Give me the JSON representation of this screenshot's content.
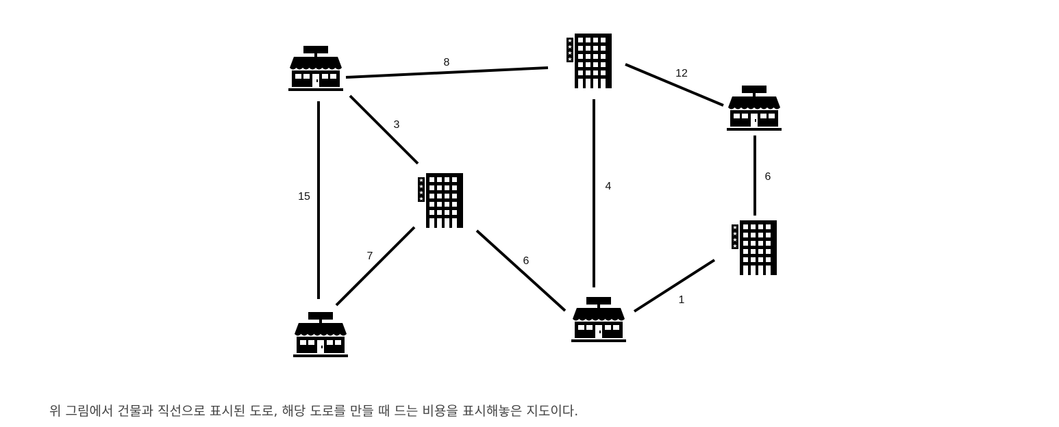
{
  "caption": "위 그림에서 건물과 직선으로 표시된 도로, 해당 도로를 만들 때 드는 비용을 표시해놓은 지도이다.",
  "graph": {
    "node_icons": [
      "shop-icon",
      "hotel-icon"
    ],
    "nodes": [
      {
        "id": "shop-top-left",
        "type": "shop"
      },
      {
        "id": "hotel-top",
        "type": "hotel"
      },
      {
        "id": "shop-right",
        "type": "shop"
      },
      {
        "id": "hotel-center",
        "type": "hotel"
      },
      {
        "id": "hotel-right",
        "type": "hotel"
      },
      {
        "id": "shop-bottom-left",
        "type": "shop"
      },
      {
        "id": "shop-bottom-center",
        "type": "shop"
      }
    ],
    "edges": [
      {
        "from": "shop-top-left",
        "to": "hotel-top",
        "weight": "8"
      },
      {
        "from": "hotel-top",
        "to": "shop-right",
        "weight": "12"
      },
      {
        "from": "shop-top-left",
        "to": "hotel-center",
        "weight": "3"
      },
      {
        "from": "shop-top-left",
        "to": "shop-bottom-left",
        "weight": "15"
      },
      {
        "from": "hotel-top",
        "to": "shop-bottom-center",
        "weight": "4"
      },
      {
        "from": "shop-right",
        "to": "hotel-right",
        "weight": "6"
      },
      {
        "from": "hotel-center",
        "to": "shop-bottom-left",
        "weight": "7"
      },
      {
        "from": "hotel-center",
        "to": "shop-bottom-center",
        "weight": "6"
      },
      {
        "from": "hotel-right",
        "to": "shop-bottom-center",
        "weight": "1"
      }
    ]
  }
}
